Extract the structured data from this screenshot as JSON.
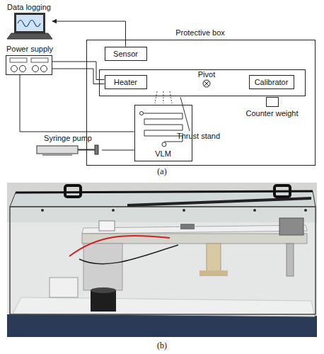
{
  "diagram": {
    "nodes": [
      {
        "text": [
          "Data logging"
        ]
      },
      {
        "text": [
          "Power supply"
        ]
      },
      {
        "text": [
          "Protective box"
        ]
      },
      {
        "text": [
          "Sensor"
        ],
        "in": 2
      },
      {
        "text": [
          "Thrust stand"
        ],
        "in": 2
      },
      {
        "text": [
          "Heater"
        ],
        "in": 4
      },
      {
        "text": [
          "Calibrator"
        ],
        "in": 4
      },
      {
        "text": [
          "Counter weight"
        ],
        "in": 2
      },
      {
        "text": [
          "Syringe pump"
        ]
      },
      {
        "text": [
          "VLM"
        ],
        "in": 2
      }
    ],
    "edges": [
      {
        "from": 3,
        "to": 0,
        "arrow": "to"
      },
      {
        "from": 1,
        "to": 5,
        "arrow": "none"
      },
      {
        "from": 1,
        "to": 5,
        "arrow": "none"
      },
      {
        "from": 1,
        "to": 9,
        "arrow": "none"
      },
      {
        "from": 8,
        "to": 9,
        "arrow": "none"
      }
    ],
    "labels": [
      "Pivot",
      "(a)",
      "(b)"
    ]
  }
}
